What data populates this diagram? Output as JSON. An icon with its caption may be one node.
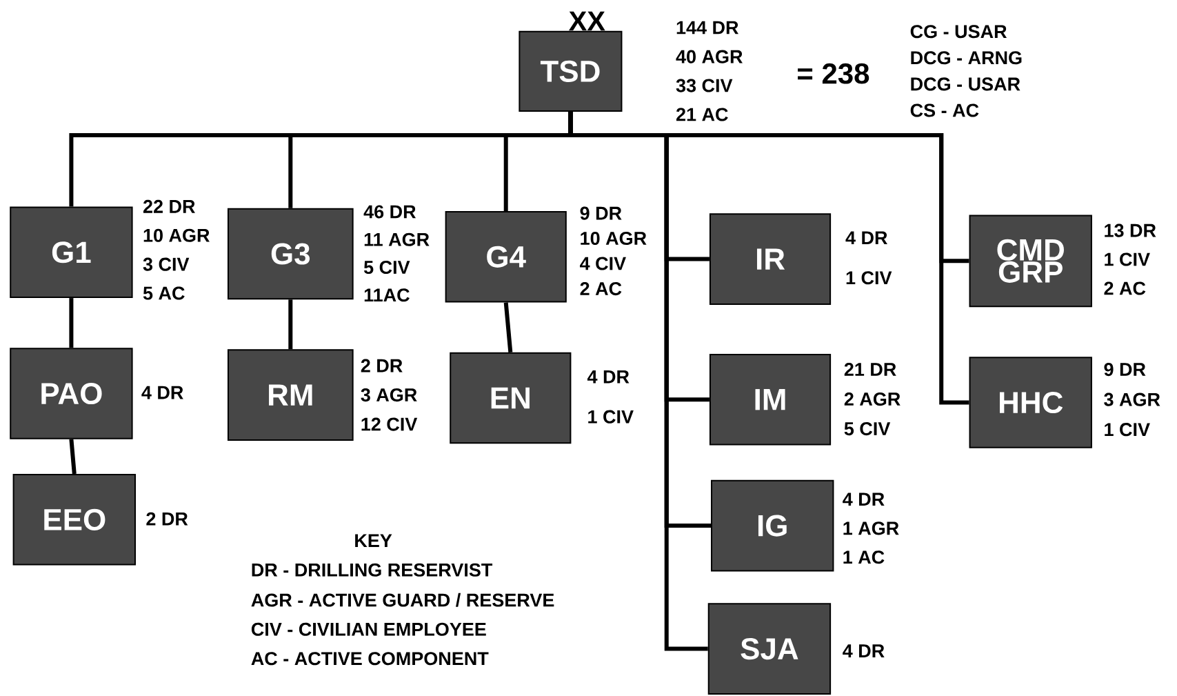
{
  "diagram": {
    "nodes": [
      {
        "text": [
          "TSD"
        ],
        "beside": [
          "144 DR",
          "40 AGR",
          "33 CIV",
          "21 AC"
        ]
      },
      {
        "text": [
          "G1"
        ],
        "beside": [
          "22 DR",
          "10 AGR",
          "3 CIV",
          "5 AC"
        ]
      },
      {
        "text": [
          "G3"
        ],
        "beside": [
          "46 DR",
          "11 AGR",
          "5 CIV",
          "11AC"
        ]
      },
      {
        "text": [
          "G4"
        ],
        "beside": [
          "9 DR",
          "10 AGR",
          "4 CIV",
          "2 AC"
        ]
      },
      {
        "text": [
          "IR"
        ],
        "beside": [
          "4 DR",
          "1 CIV"
        ]
      },
      {
        "text": [
          "CMD GRP"
        ],
        "beside": [
          "13 DR",
          "1 CIV",
          "2 AC"
        ]
      },
      {
        "text": [
          "PAO"
        ],
        "beside": [
          "4 DR"
        ]
      },
      {
        "text": [
          "RM"
        ],
        "beside": [
          "2 DR",
          "3 AGR",
          "12 CIV"
        ]
      },
      {
        "text": [
          "EN"
        ],
        "beside": [
          "4 DR",
          "1 CIV"
        ]
      },
      {
        "text": [
          "IM"
        ],
        "beside": [
          "21 DR",
          "2 AGR",
          "5 CIV"
        ]
      },
      {
        "text": [
          "HHC"
        ],
        "beside": [
          "9 DR",
          "3 AGR",
          "1 CIV"
        ]
      },
      {
        "text": [
          "EEO"
        ],
        "beside": [
          "2 DR"
        ]
      },
      {
        "text": [
          "IG"
        ],
        "beside": [
          "4 DR",
          "1 AGR",
          "1 AC"
        ]
      },
      {
        "text": [
          "SJA"
        ],
        "beside": [
          "4 DR"
        ]
      }
    ],
    "edges": [
      {
        "from": 0,
        "to": 1,
        "arrow": "none"
      },
      {
        "from": 0,
        "to": 2,
        "arrow": "none"
      },
      {
        "from": 0,
        "to": 3,
        "arrow": "none"
      },
      {
        "from": 0,
        "to": 4,
        "arrow": "none"
      },
      {
        "from": 0,
        "to": 9,
        "arrow": "none"
      },
      {
        "from": 0,
        "to": 12,
        "arrow": "none"
      },
      {
        "from": 0,
        "to": 13,
        "arrow": "none"
      },
      {
        "from": 0,
        "to": 5,
        "arrow": "none"
      },
      {
        "from": 0,
        "to": 10,
        "arrow": "none"
      },
      {
        "from": 1,
        "to": 6,
        "arrow": "none"
      },
      {
        "from": 6,
        "to": 11,
        "arrow": "none"
      },
      {
        "from": 2,
        "to": 7,
        "arrow": "none"
      },
      {
        "from": 3,
        "to": 8,
        "arrow": "none"
      }
    ],
    "labels": [
      "XX",
      "= 238",
      "CG - USAR",
      "DCG - ARNG",
      "DCG - USAR",
      "CS - AC",
      "KEY",
      "DR - DRILLING RESERVIST",
      "AGR - ACTIVE GUARD / RESERVE",
      "CIV - CIVILIAN EMPLOYEE",
      "AC - ACTIVE COMPONENT"
    ]
  }
}
